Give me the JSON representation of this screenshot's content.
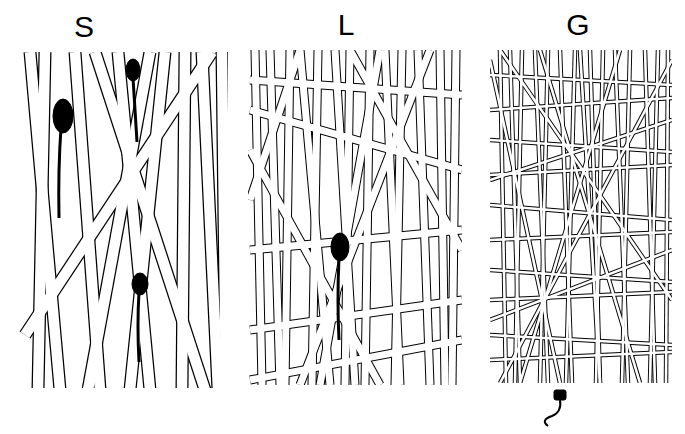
{
  "diagram": {
    "labels": [
      "S",
      "L",
      "G"
    ]
  }
}
